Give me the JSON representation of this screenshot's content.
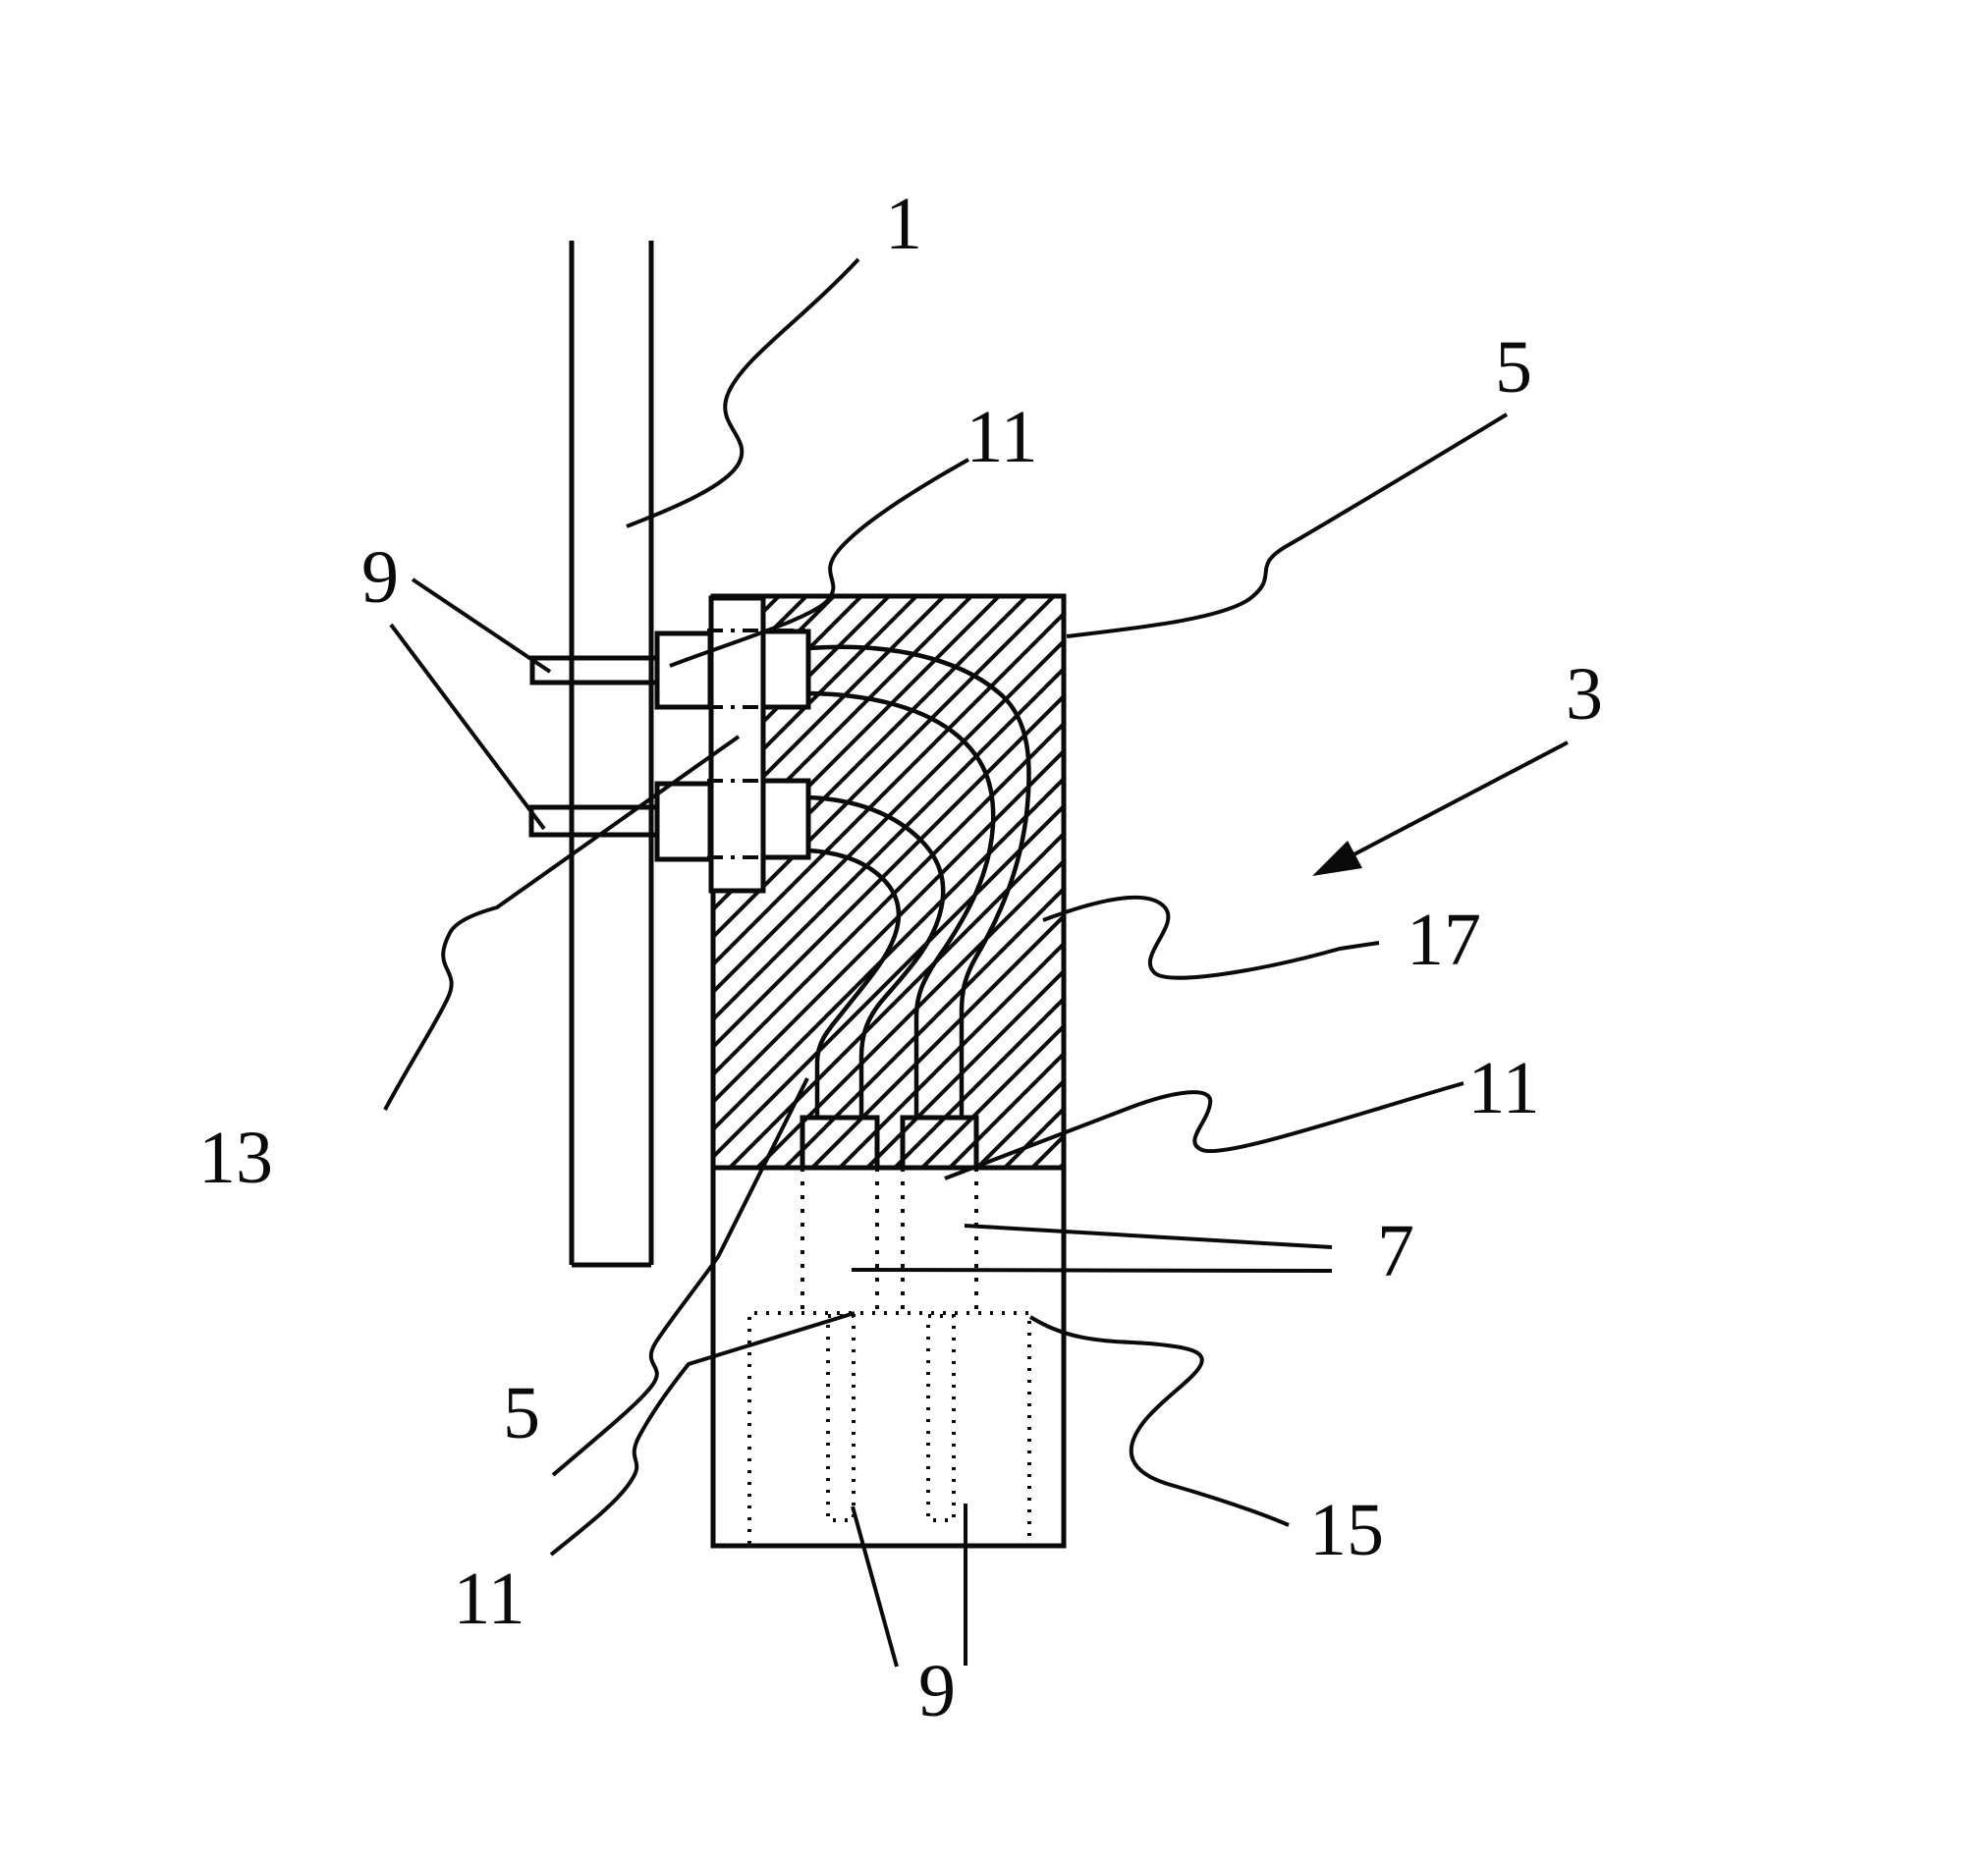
{
  "figure": {
    "background": "#ffffff",
    "stroke_color": "#0a0a0a",
    "reference_labels": [
      {
        "id": "ref-1",
        "text": "1"
      },
      {
        "id": "ref-11-top",
        "text": "11"
      },
      {
        "id": "ref-9-top",
        "text": "9"
      },
      {
        "id": "ref-13",
        "text": "13"
      },
      {
        "id": "ref-5-top",
        "text": "5"
      },
      {
        "id": "ref-3",
        "text": "3"
      },
      {
        "id": "ref-17",
        "text": "17"
      },
      {
        "id": "ref-11-right",
        "text": "11"
      },
      {
        "id": "ref-7",
        "text": "7"
      },
      {
        "id": "ref-15",
        "text": "15"
      },
      {
        "id": "ref-5-bottom",
        "text": "5"
      },
      {
        "id": "ref-11-bottom",
        "text": "11"
      },
      {
        "id": "ref-9-bottom",
        "text": "9"
      }
    ]
  }
}
